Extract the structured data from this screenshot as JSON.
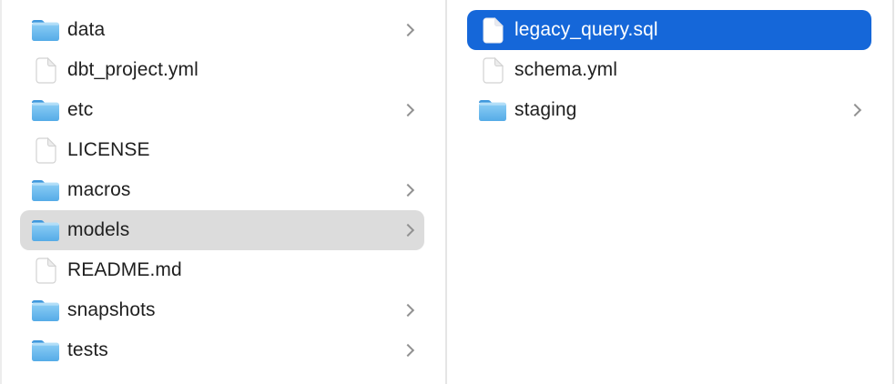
{
  "view": {
    "type": "finder-column-browser",
    "columns_visible": 2
  },
  "colors": {
    "background": "#ffffff",
    "selection_active_blue": "#1567d9",
    "selection_inactive_gray": "#dcdcdc",
    "divider": "#e5e5e5",
    "text": "#1f1f1f",
    "selected_text": "#ffffff",
    "chevron": "#929292",
    "folder_tab": "#3f98dd",
    "folder_body_top": "#8fd0f6",
    "folder_body_bottom": "#55abe7"
  },
  "icons": {
    "folder_icon": "macos-blue-folder",
    "document_icon": "blank-page-folded-corner",
    "chevron_right_icon": "›"
  },
  "columns": [
    {
      "name": "left-column",
      "items": [
        {
          "label": "data",
          "type": "folder",
          "chevron": true,
          "selected": false
        },
        {
          "label": "dbt_project.yml",
          "type": "file",
          "chevron": false,
          "selected": false
        },
        {
          "label": "etc",
          "type": "folder",
          "chevron": true,
          "selected": false
        },
        {
          "label": "LICENSE",
          "type": "file",
          "chevron": false,
          "selected": false
        },
        {
          "label": "macros",
          "type": "folder",
          "chevron": true,
          "selected": false
        },
        {
          "label": "models",
          "type": "folder",
          "chevron": true,
          "selected": true,
          "selection_style": "inactive-gray"
        },
        {
          "label": "README.md",
          "type": "file",
          "chevron": false,
          "selected": false
        },
        {
          "label": "snapshots",
          "type": "folder",
          "chevron": true,
          "selected": false
        },
        {
          "label": "tests",
          "type": "folder",
          "chevron": true,
          "selected": false
        }
      ]
    },
    {
      "name": "right-column",
      "items": [
        {
          "label": "legacy_query.sql",
          "type": "file",
          "chevron": false,
          "selected": true,
          "selection_style": "active-blue"
        },
        {
          "label": "schema.yml",
          "type": "file",
          "chevron": false,
          "selected": false
        },
        {
          "label": "staging",
          "type": "folder",
          "chevron": true,
          "selected": false
        }
      ]
    }
  ]
}
